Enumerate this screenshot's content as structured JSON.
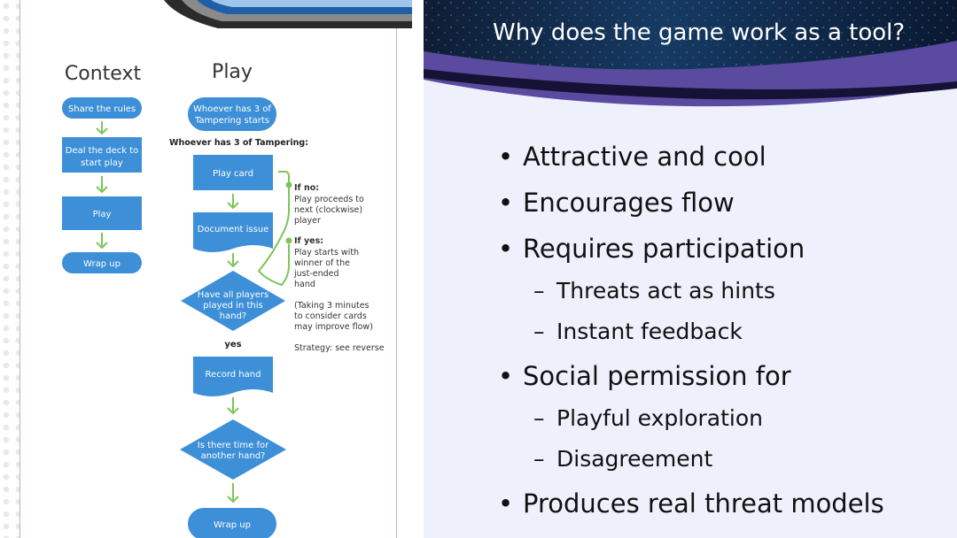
{
  "flowchart": {
    "context_heading": "Context",
    "play_heading": "Play",
    "context_steps": [
      "Share the rules",
      "Deal the deck to",
      "start play",
      "Play",
      "Wrap up"
    ],
    "start_node": [
      "Whoever has 3 of",
      "Tampering starts"
    ],
    "section_label": "Whoever has 3 of Tampering:",
    "play_card": "Play card",
    "document_issue": "Document issue",
    "decision_players": [
      "Have all players",
      "played in this",
      "hand?"
    ],
    "yes_label": "yes",
    "record_hand": "Record hand",
    "decision_time": [
      "Is there time for",
      "another hand?"
    ],
    "wrap_up": "Wrap up",
    "if_no_title": "If no:",
    "if_no_text": [
      "Play proceeds to",
      "next (clockwise)",
      "player"
    ],
    "if_yes_title": "If yes:",
    "if_yes_text": [
      "Play starts with",
      "winner of the",
      "just-ended",
      "hand"
    ],
    "taking_note": [
      "(Taking 3 minutes",
      "to consider cards",
      "may improve flow)"
    ],
    "strategy_note": "Strategy: see reverse"
  },
  "slide": {
    "title": "Why does the game work as a tool?",
    "bullets": {
      "b1": "Attractive and cool",
      "b2": "Encourages flow",
      "b3": "Requires participation",
      "b3a": "Threats act as hints",
      "b3b": "Instant feedback",
      "b4": "Social permission for",
      "b4a": "Playful exploration",
      "b4b": "Disagreement",
      "b5": "Produces real threat models"
    },
    "bullet_mark": "•",
    "dash_mark": "–"
  },
  "colors": {
    "node_blue": "#3d8fd8",
    "arrow_green": "#7dc55a",
    "header_purple": "#5b4ba0",
    "card_border": "#c9a7d8"
  }
}
